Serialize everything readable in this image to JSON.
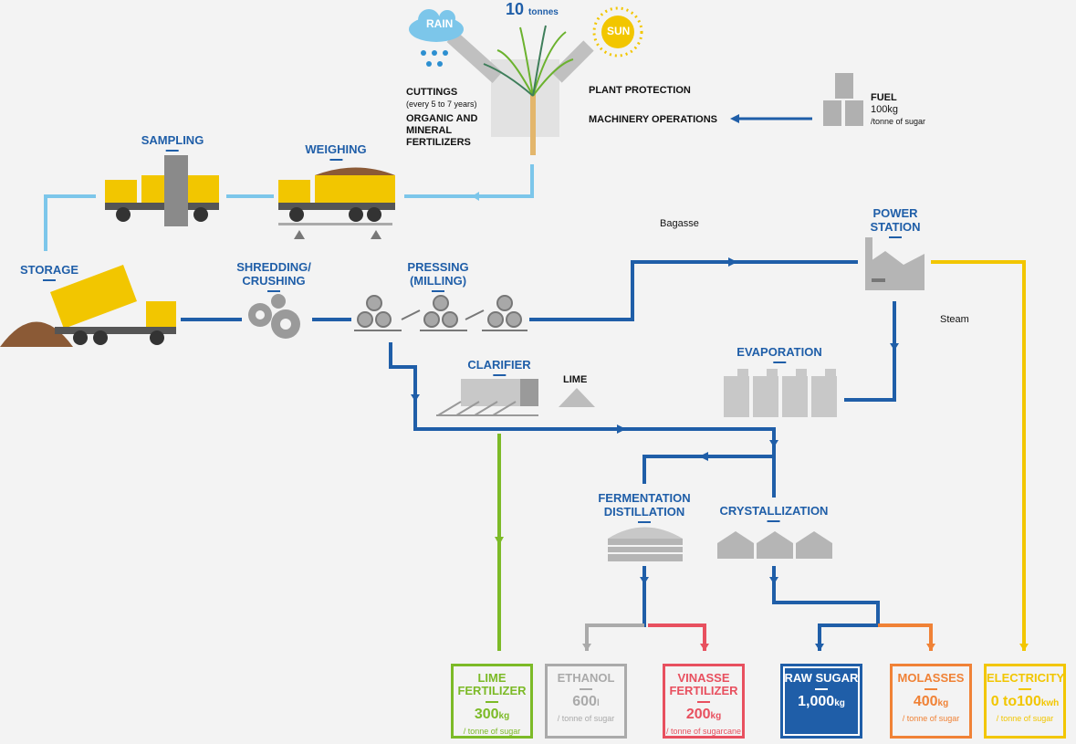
{
  "colors": {
    "blue": "#1f5ea8",
    "light_blue": "#7cc6ea",
    "green": "#7cba27",
    "grey": "#aaaaaa",
    "red": "#e8505f",
    "orange": "#f08236",
    "yellow": "#f2c600"
  },
  "top": {
    "rain": "RAIN",
    "sun": "SUN",
    "yield_value": "10",
    "yield_unit": "tonnes",
    "cuttings": "CUTTINGS",
    "cuttings_note": "(every 5 to 7 years)",
    "fertilizers": "ORGANIC AND MINERAL FERTILIZERS",
    "plant_protection": "PLANT PROTECTION",
    "machinery": "MACHINERY OPERATIONS",
    "fuel": "FUEL",
    "fuel_amount": "100kg",
    "fuel_unit": "/tonne of sugar"
  },
  "stages": {
    "sampling": "SAMPLING",
    "weighing": "WEIGHING",
    "storage": "STORAGE",
    "shredding": "SHREDDING/ CRUSHING",
    "pressing": "PRESSING (MILLING)",
    "clarifier": "CLARIFIER",
    "lime": "LIME",
    "power_station": "POWER STATION",
    "bagasse": "Bagasse",
    "steam": "Steam",
    "evaporation": "EVAPORATION",
    "fermentation": "FERMENTATION DISTILLATION",
    "crystallization": "CRYSTALLIZATION"
  },
  "outputs": [
    {
      "title": "LIME FERTILIZER",
      "value": "300",
      "unit": "kg",
      "per": "/ tonne of sugar",
      "color": "#7cba27"
    },
    {
      "title": "ETHANOL",
      "value": "600",
      "unit": "l",
      "per": "/ tonne of sugar",
      "color": "#aaaaaa"
    },
    {
      "title": "VINASSE FERTILIZER",
      "value": "200",
      "unit": "kg",
      "per": "/ tonne of sugarcane",
      "color": "#e8505f"
    },
    {
      "title": "RAW SUGAR",
      "value": "1,000",
      "unit": "kg",
      "per": "",
      "color": "#1f5ea8"
    },
    {
      "title": "MOLASSES",
      "value": "400",
      "unit": "kg",
      "per": "/ tonne of sugar",
      "color": "#f08236"
    },
    {
      "title": "ELECTRICITY",
      "value": "0 to100",
      "unit": "kwh",
      "per": "/ tonne of sugar",
      "color": "#f2c600"
    }
  ]
}
